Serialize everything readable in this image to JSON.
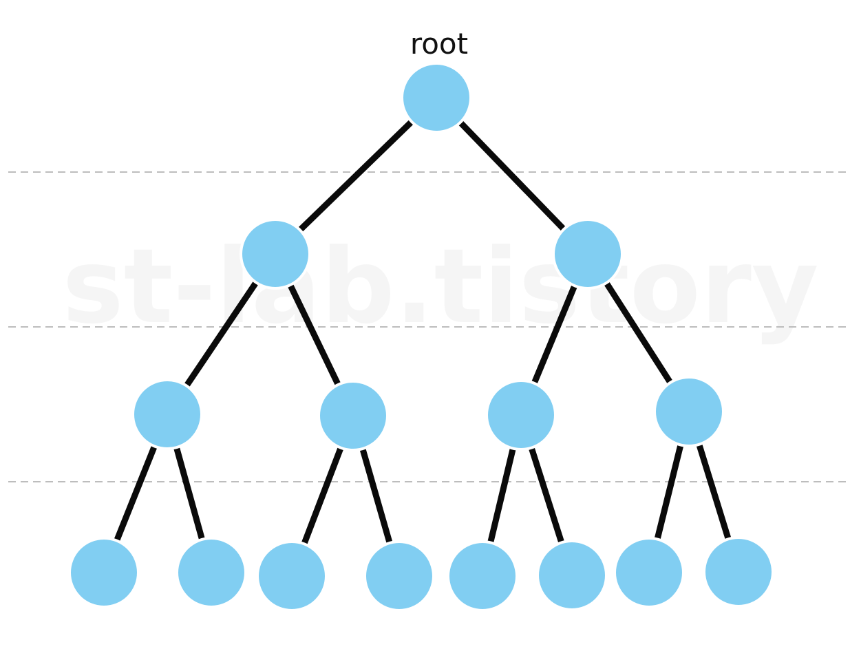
{
  "diagram": {
    "root_label": "root",
    "watermark": "st-lab.tistory",
    "node_color": "#81CEF2",
    "edge_color": "#0a0a0a",
    "guide_color": "#bdbdbd",
    "levels": 4,
    "nodes_per_level": [
      1,
      2,
      4,
      8
    ]
  }
}
